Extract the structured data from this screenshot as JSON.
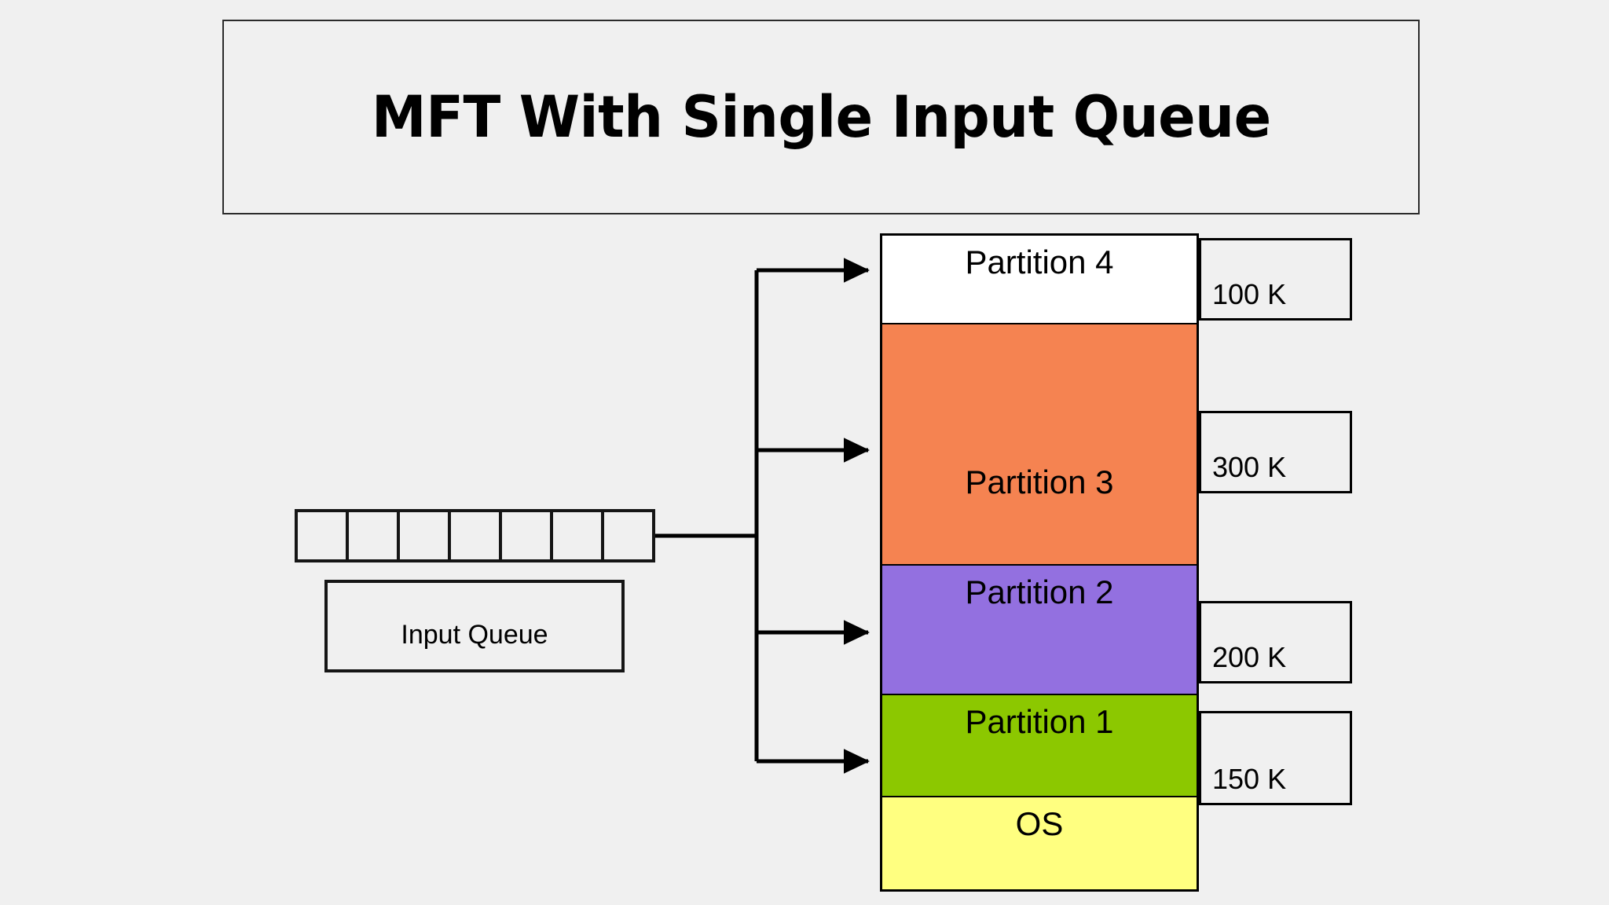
{
  "title": {
    "text": "MFT With Single Input Queue"
  },
  "memory": {
    "blocks": [
      {
        "label": "Partition 4",
        "color": "#ffffff",
        "size_label": "100 K"
      },
      {
        "label": "Partition 3",
        "color": "#f58351",
        "size_label": "300 K"
      },
      {
        "label": "Partition 2",
        "color": "#9370e0",
        "size_label": "200 K"
      },
      {
        "label": "Partition 1",
        "color": "#8cc800",
        "size_label": "150 K"
      },
      {
        "label": "OS",
        "color": "#ffff80",
        "size_label": ""
      }
    ]
  },
  "queue": {
    "caption": "Input Queue",
    "cell_count": 7,
    "cells": [
      "",
      "",
      "",
      "",
      "",
      "",
      ""
    ]
  },
  "colors": {
    "page_background": "#f0f0f0",
    "outline": "#000000",
    "partition4": "#ffffff",
    "partition3": "#f58351",
    "partition2": "#9370e0",
    "partition1": "#8cc800",
    "os": "#ffff80"
  },
  "arrows": {
    "count": 4,
    "targets": [
      "Partition 4",
      "Partition 3",
      "Partition 2",
      "Partition 1"
    ]
  }
}
